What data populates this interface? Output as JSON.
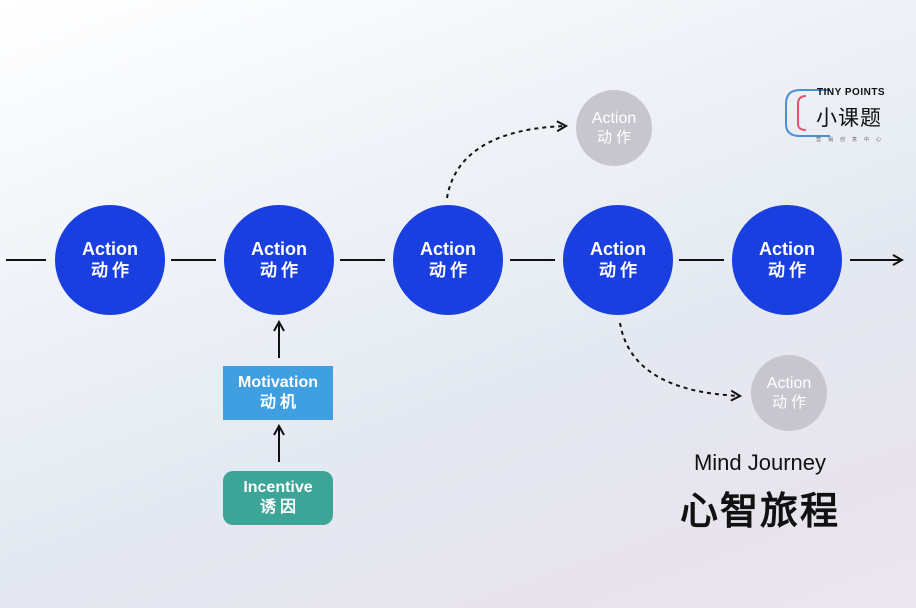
{
  "diagram": {
    "nodes": [
      {
        "id": "action-1",
        "en": "Action",
        "zh": "动作"
      },
      {
        "id": "action-2",
        "en": "Action",
        "zh": "动作"
      },
      {
        "id": "action-3",
        "en": "Action",
        "zh": "动作"
      },
      {
        "id": "action-4",
        "en": "Action",
        "zh": "动作"
      },
      {
        "id": "action-5",
        "en": "Action",
        "zh": "动作"
      },
      {
        "id": "action-branch-top",
        "en": "Action",
        "zh": "动作"
      },
      {
        "id": "action-branch-bottom",
        "en": "Action",
        "zh": "动作"
      }
    ],
    "motivation": {
      "en": "Motivation",
      "zh": "动机"
    },
    "incentive": {
      "en": "Incentive",
      "zh": "诱因"
    },
    "edges": [
      {
        "from": "action-1",
        "to": "action-2",
        "style": "solid"
      },
      {
        "from": "action-2",
        "to": "action-3",
        "style": "solid"
      },
      {
        "from": "action-3",
        "to": "action-4",
        "style": "solid"
      },
      {
        "from": "action-4",
        "to": "action-5",
        "style": "solid"
      },
      {
        "from": "action-3",
        "to": "action-branch-top",
        "style": "dashed"
      },
      {
        "from": "action-4",
        "to": "action-branch-bottom",
        "style": "dashed"
      },
      {
        "from": "incentive",
        "to": "motivation",
        "style": "solid"
      },
      {
        "from": "motivation",
        "to": "action-2",
        "style": "solid"
      }
    ]
  },
  "title": {
    "en": "Mind Journey",
    "zh": "心智旅程"
  },
  "logo": {
    "en": "TINY POINTS",
    "zh": "小课题",
    "sub": "营销创意中心"
  },
  "colors": {
    "action": "#1a3fe0",
    "ghost": "#c7c6cf",
    "motivation": "#3f9fe0",
    "incentive": "#3da597",
    "line": "#111111"
  }
}
